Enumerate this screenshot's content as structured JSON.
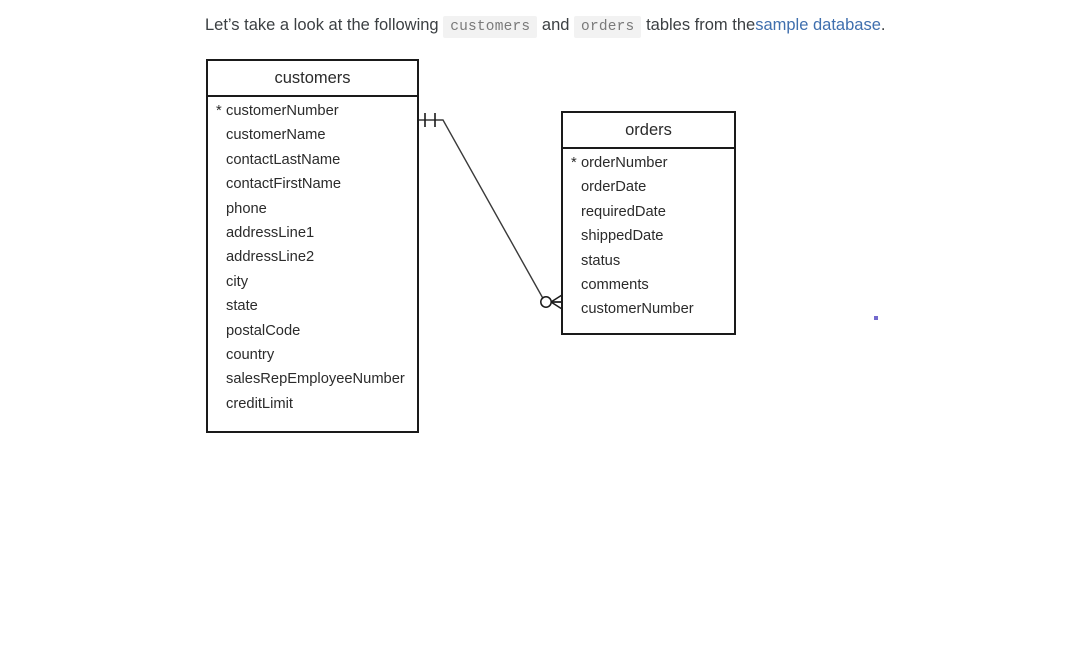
{
  "intro": {
    "part1": "Let’s take a look at the following",
    "code1": "customers",
    "part2": "and",
    "code2": "orders",
    "part3": "tables from the",
    "link": "sample database",
    "part4": "."
  },
  "diagram": {
    "type": "entity-relationship",
    "notation": "crow's-foot",
    "entities": [
      {
        "name": "customers",
        "fields": [
          {
            "mark": "*",
            "name": "customerNumber",
            "primary_key": true
          },
          {
            "mark": "",
            "name": "customerName",
            "primary_key": false
          },
          {
            "mark": "",
            "name": "contactLastName",
            "primary_key": false
          },
          {
            "mark": "",
            "name": "contactFirstName",
            "primary_key": false
          },
          {
            "mark": "",
            "name": "phone",
            "primary_key": false
          },
          {
            "mark": "",
            "name": "addressLine1",
            "primary_key": false
          },
          {
            "mark": "",
            "name": "addressLine2",
            "primary_key": false
          },
          {
            "mark": "",
            "name": "city",
            "primary_key": false
          },
          {
            "mark": "",
            "name": "state",
            "primary_key": false
          },
          {
            "mark": "",
            "name": "postalCode",
            "primary_key": false
          },
          {
            "mark": "",
            "name": "country",
            "primary_key": false
          },
          {
            "mark": "",
            "name": "salesRepEmployeeNumber",
            "primary_key": false
          },
          {
            "mark": "",
            "name": "creditLimit",
            "primary_key": false
          }
        ]
      },
      {
        "name": "orders",
        "fields": [
          {
            "mark": "*",
            "name": "orderNumber",
            "primary_key": true
          },
          {
            "mark": "",
            "name": "orderDate",
            "primary_key": false
          },
          {
            "mark": "",
            "name": "requiredDate",
            "primary_key": false
          },
          {
            "mark": "",
            "name": "shippedDate",
            "primary_key": false
          },
          {
            "mark": "",
            "name": "status",
            "primary_key": false
          },
          {
            "mark": "",
            "name": "comments",
            "primary_key": false
          },
          {
            "mark": "",
            "name": "customerNumber",
            "primary_key": false
          }
        ]
      }
    ],
    "relationship": {
      "from": "customers",
      "to": "orders",
      "from_cardinality": "exactly-one",
      "to_cardinality": "zero-or-many"
    }
  },
  "colors": {
    "text": "#3c4043",
    "link": "#3f6fae",
    "code_bg": "#f2f2f2",
    "code_text": "#7a7a7a",
    "entity_border": "#1a1a1a",
    "line": "#3a3a3a"
  }
}
